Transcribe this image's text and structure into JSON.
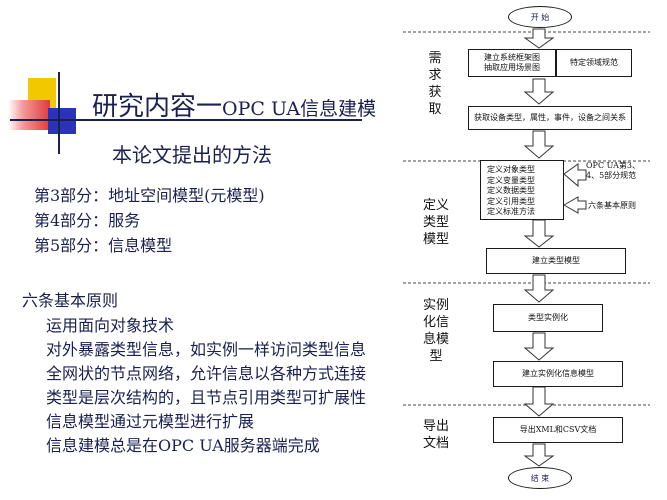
{
  "slide": {
    "title_main": "研究内容一",
    "title_suffix": "OPC UA信息建模",
    "subtitle": "本论文提出的方法",
    "parts": [
      "第3部分：地址空间模型(元模型)",
      "第4部分：服务",
      "第5部分：信息模型"
    ],
    "principles_title": "六条基本原则",
    "principles": [
      "运用面向对象技术",
      "对外暴露类型信息，如实例一样访问类型信息",
      "全网状的节点网络，允许信息以各种方式连接",
      "类型是层次结构的，且节点引用类型可扩展性",
      "信息模型通过元模型进行扩展",
      "信息建模总是在OPC UA服务器端完成"
    ]
  },
  "flow": {
    "start": "开 始",
    "end": "结 束",
    "phases": {
      "requirements": [
        "需",
        "求",
        "获",
        "取"
      ],
      "type_def": [
        "定义",
        "类型",
        "模型"
      ],
      "instantiate": [
        "实例",
        "化信",
        "息模",
        "型"
      ],
      "export": [
        "导出",
        "文档"
      ]
    },
    "box_framework": [
      "建立系统框架图",
      "抽取应用场景图"
    ],
    "box_domain": "特定领域规范",
    "box_acquire": "获取设备类型，属性，事件，设备之间关系",
    "box_define_list": [
      "定义对象类型",
      "定义变量类型",
      "定义数据类型",
      "定义引用类型",
      "定义标准方法"
    ],
    "note_parts": [
      "OPC UA第3、",
      "4、5部分规范"
    ],
    "note_principles": "六条基本原则",
    "box_build_type": "建立类型模型",
    "box_instantiate_type": "类型实例化",
    "box_build_instance": "建立实例化信息模型",
    "box_export": "导出XML和CSV文档"
  }
}
